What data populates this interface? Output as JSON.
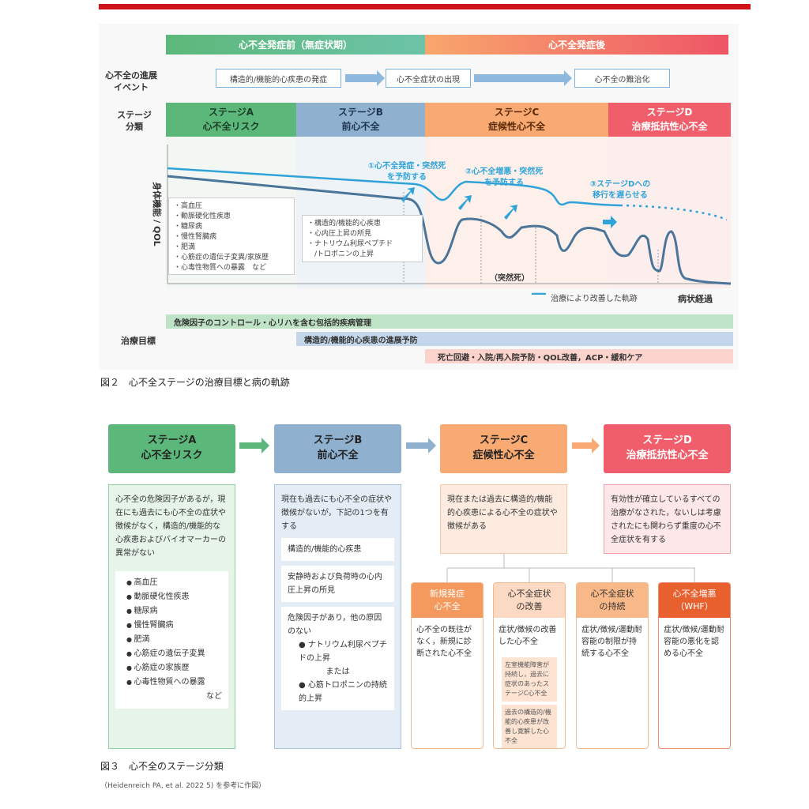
{
  "fig2": {
    "phase_before": "心不全発症前（無症状期）",
    "phase_after": "心不全発症後",
    "event_label": [
      "心不全の進展",
      "イベント"
    ],
    "events": [
      "構造的/機能的心疾患の発症",
      "心不全症状の出現",
      "心不全の難治化"
    ],
    "stage_label": [
      "ステージ",
      "分類"
    ],
    "stages": [
      {
        "name": "ステージA",
        "sub": "心不全リスク"
      },
      {
        "name": "ステージB",
        "sub": "前心不全"
      },
      {
        "name": "ステージC",
        "sub": "症候性心不全"
      },
      {
        "name": "ステージD",
        "sub": "治療抵抗性心不全"
      }
    ],
    "y_axis": "身体機能 / QOL",
    "box_a": [
      "・高血圧",
      "・動脈硬化性疾患",
      "・糖尿病",
      "・慢性腎臓病",
      "・肥満",
      "・心筋症の遺伝子変異/家族歴",
      "・心毒性物質への暴露　など"
    ],
    "box_b": [
      "・構造的/機能的心疾患",
      "・心内圧上昇の所見",
      "・ナトリウム利尿ペプチド",
      "　/トロポニンの上昇"
    ],
    "goal1": [
      "①心不全発症・突然死",
      "を予防する"
    ],
    "goal2": [
      "②心不全増悪・突然死",
      "を予防する"
    ],
    "goal3": [
      "③ステージDへの",
      "移行を遅らせる"
    ],
    "sudden_death": "（突然死）",
    "legend": "治療により改善した軌跡",
    "x_axis": "病状経過",
    "goals_label": "治療目標",
    "treatments": [
      "危険因子のコントロール・心リハを含む包括的疾病管理",
      "構造的/機能的心疾患の進展予防",
      "死亡回避・入院/再入院予防・QOL改善，ACP・緩和ケア"
    ],
    "caption": "図２　心不全ステージの治療目標と病の軌跡"
  },
  "fig3": {
    "stages": [
      {
        "name": "ステージA",
        "sub": "心不全リスク"
      },
      {
        "name": "ステージB",
        "sub": "前心不全"
      },
      {
        "name": "ステージC",
        "sub": "症候性心不全"
      },
      {
        "name": "ステージD",
        "sub": "治療抵抗性心不全"
      }
    ],
    "desc_a": "心不全の危険因子があるが，現在にも過去にも心不全の症状や徴候がなく，構造的/機能的な心疾患およびバイオマーカーの異常がない",
    "list_a": [
      "高血圧",
      "動脈硬化性疾患",
      "糖尿病",
      "慢性腎臓病",
      "肥満",
      "心筋症の遺伝子変異",
      "心筋症の家族歴",
      "心毒性物質への暴露"
    ],
    "list_a_end": "など",
    "desc_b": "現在も過去にも心不全の症状や徴候がないが，下記の1つを有する",
    "b_items": [
      "構造的/機能的心疾患",
      "安静時および負荷時の心内圧上昇の所見"
    ],
    "b_third": "危険因子があり，他の原因のない",
    "b_bullet1": "ナトリウム利尿ペプチドの上昇",
    "b_or": "または",
    "b_bullet2": "心筋トロポニンの持続的上昇",
    "desc_c": "現在または過去に構造的/機能的心疾患による心不全の症状や徴候がある",
    "desc_d": "有効性が確立しているすべての治療がなされた，ないしは考慮されたにも関わらず重度の心不全症状を有する",
    "subs": [
      {
        "title": "新規発症\n心不全",
        "text": "心不全の既往がなく，新規に診断された心不全"
      },
      {
        "title": "心不全症状\nの改善",
        "text": "症状/徴候の改善した心不全",
        "notes": [
          "左室機能障害が持続し，過去に症状のあったステージC心不全",
          "過去の構造的/機能的心疾患が改善し寛解した心不全"
        ]
      },
      {
        "title": "心不全症状\nの持続",
        "text": "症状/徴候/運動耐容能の制限が持続する心不全"
      },
      {
        "title": "心不全増悪\n（WHF）",
        "text": "症状/徴候/運動耐容能の悪化を認める心不全"
      }
    ],
    "caption": "図３　心不全のステージ分類",
    "reference": "（Heidenreich PA, et al. 2022 5) を参考に作図）"
  }
}
